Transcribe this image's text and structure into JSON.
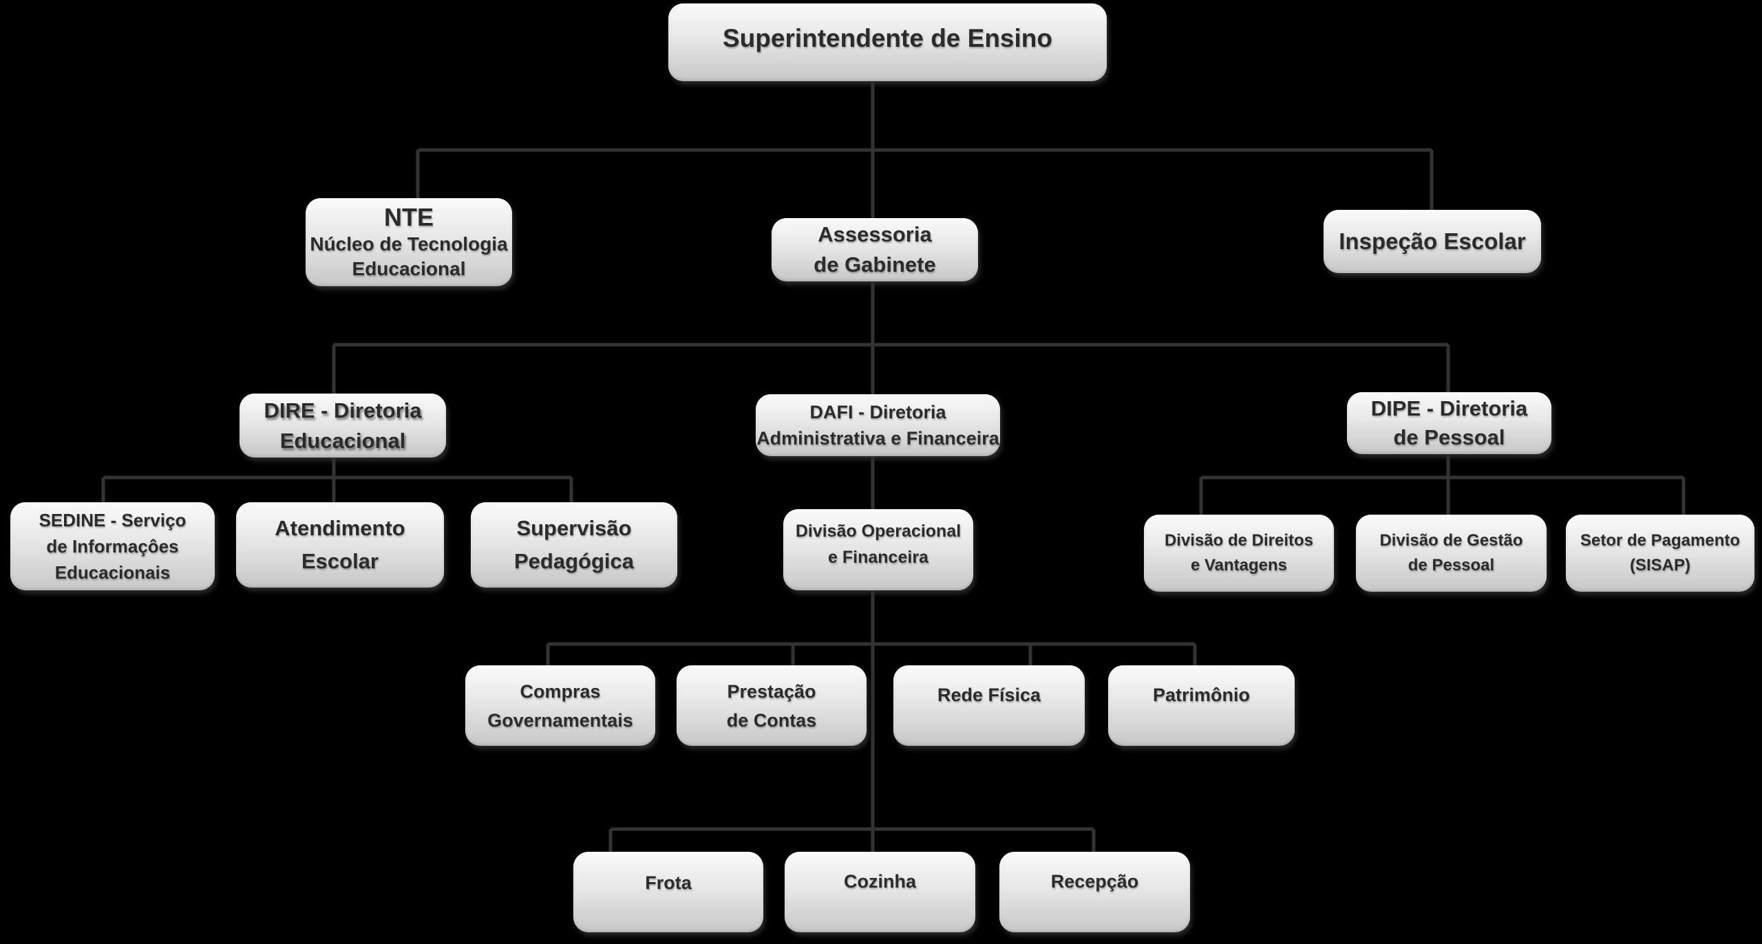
{
  "diagram_type": "org-chart",
  "colors": {
    "background": "#000000",
    "connector": "#333333",
    "box_fill_top": "#fafafa",
    "box_fill_bottom": "#c7c7c7",
    "box_text": "#2b2b2b"
  },
  "nodes": {
    "root": {
      "l1": "Superintendente de Ensino"
    },
    "nte": {
      "l1": "NTE",
      "l2": "Núcleo de Tecnologia",
      "l3": "Educacional"
    },
    "assessoria": {
      "l1": "Assessoria",
      "l2": "de Gabinete"
    },
    "inspecao": {
      "l1": "Inspeção Escolar"
    },
    "dire": {
      "l1": "DIRE - Diretoria",
      "l2": "Educacional"
    },
    "dafi": {
      "l1": "DAFI - Diretoria",
      "l2": "Administrativa e Financeira"
    },
    "dipe": {
      "l1": "DIPE - Diretoria",
      "l2": "de Pessoal"
    },
    "sedine": {
      "l1": "SEDINE - Serviço",
      "l2": "de Informaçôes",
      "l3": "Educacionais"
    },
    "atendimento": {
      "l1": "Atendimento",
      "l2": "Escolar"
    },
    "supervisao": {
      "l1": "Supervisão",
      "l2": "Pedagógica"
    },
    "divisao_operacional": {
      "l1": "Divisão Operacional",
      "l2": "e Financeira"
    },
    "divisao_direitos": {
      "l1": "Divisão de Direitos",
      "l2": "e Vantagens"
    },
    "divisao_gestao": {
      "l1": "Divisão de Gestão",
      "l2": "de Pessoal"
    },
    "setor_pagamento": {
      "l1": "Setor de Pagamento",
      "l2": "(SISAP)"
    },
    "compras": {
      "l1": "Compras",
      "l2": "Governamentais"
    },
    "prestacao": {
      "l1": "Prestação",
      "l2": "de Contas"
    },
    "rede_fisica": {
      "l1": "Rede Física"
    },
    "patrimonio": {
      "l1": "Patrimônio"
    },
    "frota": {
      "l1": "Frota"
    },
    "cozinha": {
      "l1": "Cozinha"
    },
    "recepcao": {
      "l1": "Recepção"
    }
  },
  "edges": [
    [
      "root",
      "nte"
    ],
    [
      "root",
      "assessoria"
    ],
    [
      "root",
      "inspecao"
    ],
    [
      "assessoria",
      "dire"
    ],
    [
      "assessoria",
      "dafi"
    ],
    [
      "assessoria",
      "dipe"
    ],
    [
      "dire",
      "sedine"
    ],
    [
      "dire",
      "atendimento"
    ],
    [
      "dire",
      "supervisao"
    ],
    [
      "dafi",
      "divisao_operacional"
    ],
    [
      "dipe",
      "divisao_direitos"
    ],
    [
      "dipe",
      "divisao_gestao"
    ],
    [
      "dipe",
      "setor_pagamento"
    ],
    [
      "divisao_operacional",
      "compras"
    ],
    [
      "divisao_operacional",
      "prestacao"
    ],
    [
      "divisao_operacional",
      "rede_fisica"
    ],
    [
      "divisao_operacional",
      "patrimonio"
    ],
    [
      "divisao_operacional",
      "frota"
    ],
    [
      "divisao_operacional",
      "cozinha"
    ],
    [
      "divisao_operacional",
      "recepcao"
    ]
  ]
}
